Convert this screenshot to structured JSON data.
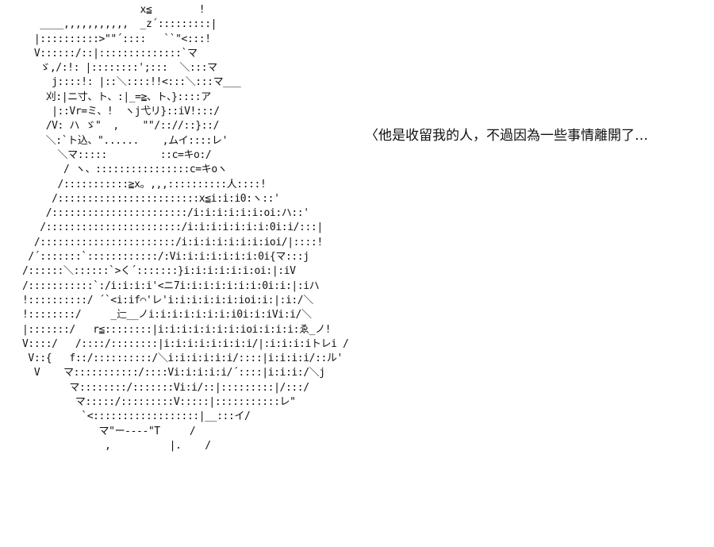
{
  "art": {
    "lines": [
      "                    x≦        !",
      "   ____,,,,,,,,,,,  _z´:::::::::|",
      "  |::::::::::>\"\"´::::   ``\"<:::!",
      "  V::::::/::|::::::::::::::`マ",
      "   ゞ,/:!: |::::::::';:::  ＼:::マ",
      "     j::::!: |::＼::::!!<:::＼:::マ___",
      "    刈:|ニ寸、ト、:|_=≧、ト、}::::ア",
      "     |::Vr=ミ、!  ヽj弋リ}::iV!:::/",
      "    /V: ハ ゞ\"  ,    \"\"/:://::}::/",
      "    ＼:`ト込、\"......    ,ムイ::::レ'",
      "      ＼マ:::::         ::c=キo:/",
      "       / ヽ、::::::::::::::::c=キoヽ",
      "      /:::::::::::≧x。,,,::::::::::人::::!",
      "     /::::::::::::::::::::::::x≦i:i:i0:ヽ::'",
      "    /:::::::::::::::::::::::/i:i:i:i:i:i:oi:ハ::'",
      "   /:::::::::::::::::::::::/i:i:i:i:i:i:i:0i:i/:::|",
      "  /:::::::::::::::::::::::/i:i:i:i:i:i:i:ioi/|::::!",
      " /´:::::::`::::::::::::/:Vi:i:i:i:i:i:i:0i{マ:::j",
      "/::::::＼::::::`>く´:::::::}i:i:i:i:i:i:oi:|:iV",
      "/:::::::::::`:/i:i:i:i'<ニ7i:i:i:i:i:i:i:0i:i:|:iハ",
      "!::::::::::/ ´`<i:if⌒'レ'i:i:i:i:i:i:ioi:i:|:i:/＼",
      "!::::::::/     _辷__ノi:i:i:i:i:i:i:i0i:i:iVi:i/＼",
      "|:::::::/   r≦::::::::|i:i:i:i:i:i:i:ioi:i:i:i:ゑ_ノ!",
      "V::::/   /::::/::::::::|i:i:i:i:i:i:i:i/|:i:i:i:iトレi /",
      " V::{   f::/::::::::::/＼i:i:i:i:i:i/::::|i:i:i:i/::ル'",
      "  V    マ:::::::::::/::::Vi:i:i:i:i/´::::|i:i:i:/＼j",
      "        マ::::::::/:::::::Vi:i/::|:::::::::|/:::/",
      "         マ:::::/:::::::::V:::::|:::::::::::レ\"",
      "          `<::::::::::::::::::|__:::イ/",
      "             マ\"ー----\"T     /",
      "              ,          |.    /"
    ]
  },
  "caption": {
    "text": "〈他是收留我的人，不過因為一些事情離開了…"
  }
}
